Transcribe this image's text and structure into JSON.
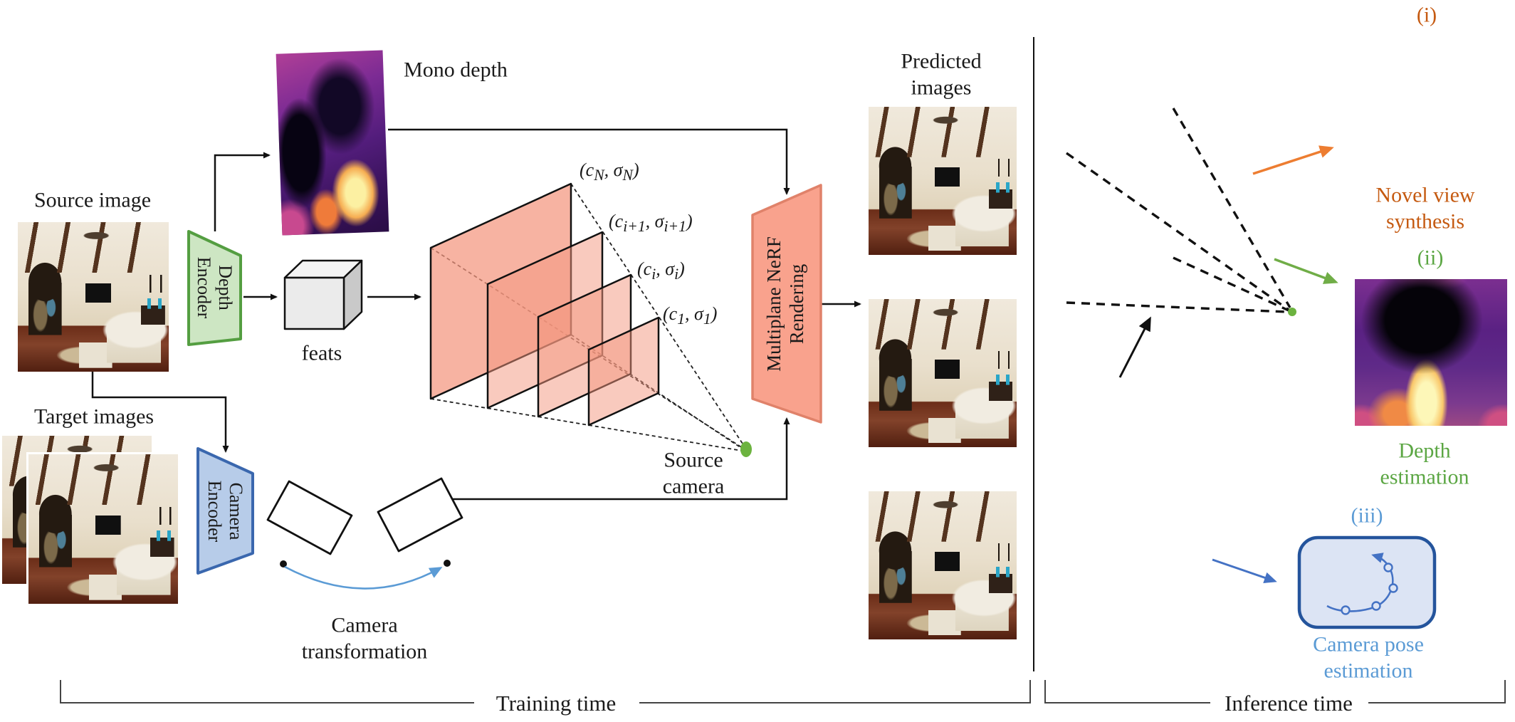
{
  "figure": {
    "training": {
      "source_image_label": "Source image",
      "target_images_label": "Target images",
      "mono_depth_label": "Mono depth",
      "feats_label": "feats",
      "depth_encoder_line1": "Depth",
      "depth_encoder_line2": "Encoder",
      "camera_encoder_line1": "Camera",
      "camera_encoder_line2": "Encoder",
      "plane_labels": [
        "(c<sub>N</sub>, σ<sub>N</sub>)",
        "(c<sub>i+1</sub>, σ<sub>i+1</sub>)",
        "(c<sub>i</sub>, σ<sub>i</sub>)",
        "(c<sub>1</sub>, σ<sub>1</sub>)"
      ],
      "nerf_line1": "Multiplane NeRF",
      "nerf_line2": "Rendering",
      "predicted_line1": "Predicted",
      "predicted_line2": "images",
      "source_camera_line1": "Source",
      "source_camera_line2": "camera",
      "camera_transform_line1": "Camera",
      "camera_transform_line2": "transformation",
      "brace_label": "Training time"
    },
    "inference": {
      "brace_label": "Inference time",
      "novel_view": {
        "tag": "(i)",
        "line1": "Novel view",
        "line2": "synthesis",
        "color": "#C55A11"
      },
      "depth_est": {
        "tag": "(ii)",
        "line1": "Depth",
        "line2": "estimation",
        "color": "#5BA643"
      },
      "camera_pose": {
        "tag": "(iii)",
        "line1": "Camera pose",
        "line2": "estimation",
        "color": "#5B9BD5"
      }
    },
    "colors": {
      "depth_encoder_fill": "#CDE6C3",
      "depth_encoder_stroke": "#549E41",
      "camera_encoder_fill": "#B7CCE9",
      "camera_encoder_stroke": "#3A67AE",
      "nerf_fill": "#F9A28D",
      "nerf_stroke": "#E0826A",
      "plane_fill": "#F4967E",
      "pose_box_fill": "#DCE4F4",
      "pose_box_stroke": "#24549C",
      "camera_dot": "#6CB33F",
      "orange_arrow": "#ED7D31",
      "green_arrow": "#70AD47",
      "blue_arrow": "#4472C4",
      "lightblue_arrow": "#5B9BD5",
      "line_color": "#111111"
    }
  }
}
